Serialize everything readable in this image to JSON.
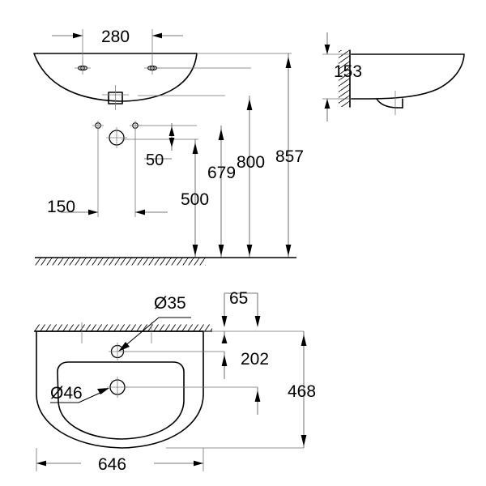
{
  "drawing": {
    "title": "Wash basin technical dimension drawing",
    "units": "mm",
    "line_color": "#000000",
    "background_color": "#ffffff",
    "dimension_color": "#4a4a4a"
  },
  "views": {
    "front": {
      "name": "front-elevation-view",
      "dimensions": {
        "tap_hole_spacing": "280",
        "water_connection_offset": "150",
        "waste_offset": "50",
        "drain_height": "500",
        "connection_height": "679",
        "rim_underside_height": "800",
        "rim_top_height": "857"
      }
    },
    "side": {
      "name": "side-elevation-view",
      "dimensions": {
        "depth_height": "153"
      }
    },
    "plan": {
      "name": "top-plan-view",
      "dimensions": {
        "tap_hole_diameter": "Ø35",
        "waste_hole_diameter": "Ø46",
        "wall_to_tap_hole": "65",
        "wall_to_waste": "202",
        "overall_depth": "468",
        "overall_width": "646"
      }
    }
  },
  "labels": {
    "d280": "280",
    "d153": "153",
    "d857": "857",
    "d800": "800",
    "d679": "679",
    "d500": "500",
    "d150": "150",
    "d50": "50",
    "d35": "Ø35",
    "d46": "Ø46",
    "d65": "65",
    "d202": "202",
    "d468": "468",
    "d646": "646"
  }
}
